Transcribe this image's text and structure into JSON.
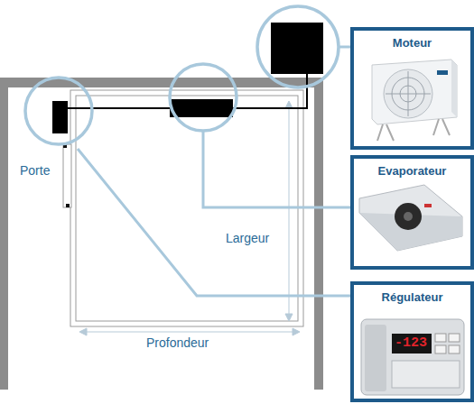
{
  "diagram": {
    "nodes": [
      {
        "text": [
          "Moteur"
        ]
      },
      {
        "text": [
          "Evaporateur"
        ]
      },
      {
        "text": [
          "Régulateur"
        ]
      }
    ],
    "labels": [
      "Porte",
      "Largeur",
      "Profondeur",
      "-123"
    ]
  }
}
